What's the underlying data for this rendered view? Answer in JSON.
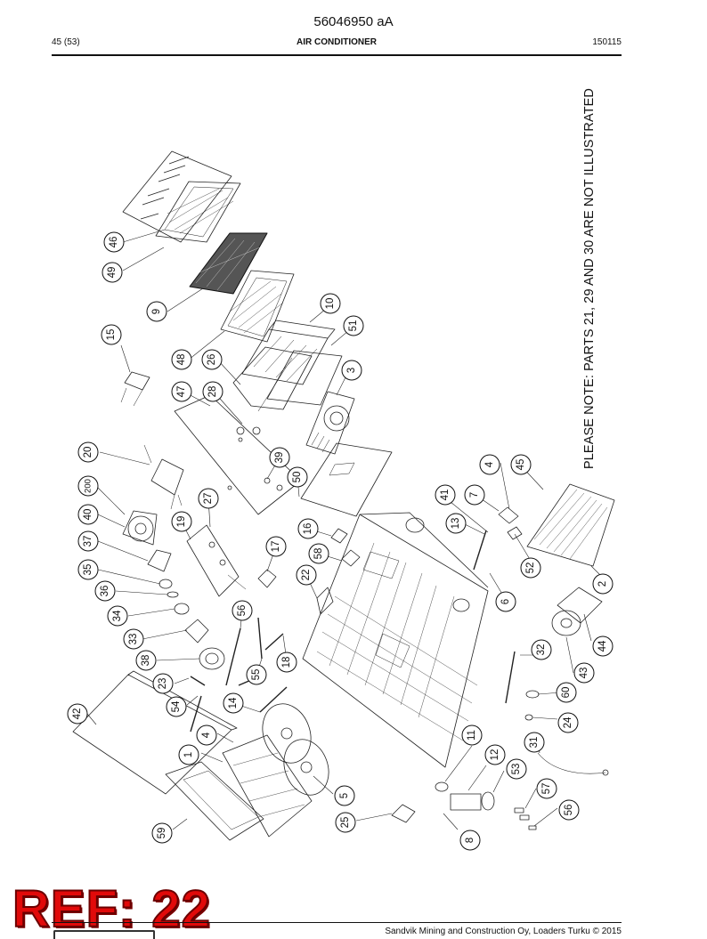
{
  "header": {
    "doc_number": "56046950 aA",
    "page_count": "45 (53)",
    "section_title": "AIR CONDITIONER",
    "doc_date": "150115"
  },
  "note": "PLEASE NOTE: PARTS 21, 29 AND 30 ARE NOT ILLUSTRATED",
  "stamp": "REF: 22",
  "footer": {
    "copyright": "Sandvik Mining and Construction Oy, Loaders Turku © 2015"
  },
  "callouts": [
    "46",
    "49",
    "9",
    "48",
    "15",
    "26",
    "47",
    "28",
    "10",
    "51",
    "3",
    "20",
    "39",
    "50",
    "200",
    "27",
    "40",
    "19",
    "37",
    "16",
    "17",
    "58",
    "35",
    "22",
    "36",
    "56",
    "34",
    "33",
    "38",
    "55",
    "18",
    "23",
    "54",
    "14",
    "42",
    "4",
    "1",
    "5",
    "25",
    "59",
    "11",
    "12",
    "53",
    "8",
    "4",
    "45",
    "7",
    "41",
    "13",
    "52",
    "6",
    "2",
    "32",
    "44",
    "43",
    "60",
    "24",
    "31",
    "57",
    "56"
  ],
  "colors": {
    "line": "#222222",
    "stamp_red": "#e10a0a"
  }
}
